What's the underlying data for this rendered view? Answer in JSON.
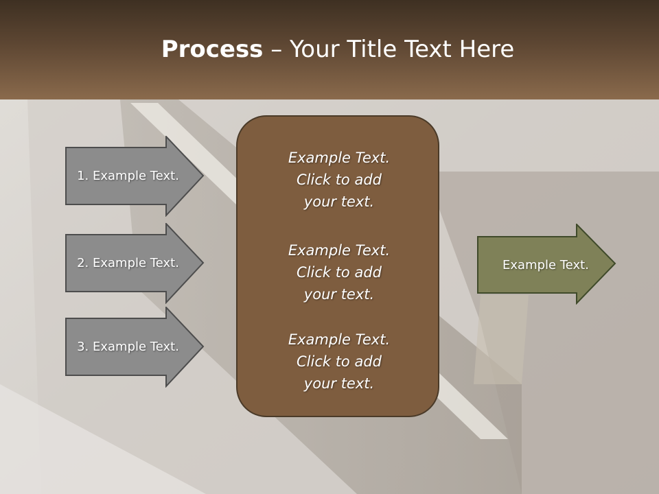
{
  "title": {
    "bold": "Process",
    "rest": " – Your Title Text Here"
  },
  "inputs": [
    {
      "label": "1. Example Text."
    },
    {
      "label": "2. Example Text."
    },
    {
      "label": "3. Example Text."
    }
  ],
  "center_items": [
    {
      "text": "Example Text.\nClick  to add\nyour text."
    },
    {
      "text": "Example Text.\nClick  to add\nyour text."
    },
    {
      "text": "Example Text.\nClick  to add\nyour text."
    }
  ],
  "output": {
    "label": "Example Text."
  },
  "colors": {
    "title_bar": "#5e4733",
    "input_arrow": "#8c8c8c",
    "center_box": "#7e5d3f",
    "output_arrow": "#7f8158"
  }
}
